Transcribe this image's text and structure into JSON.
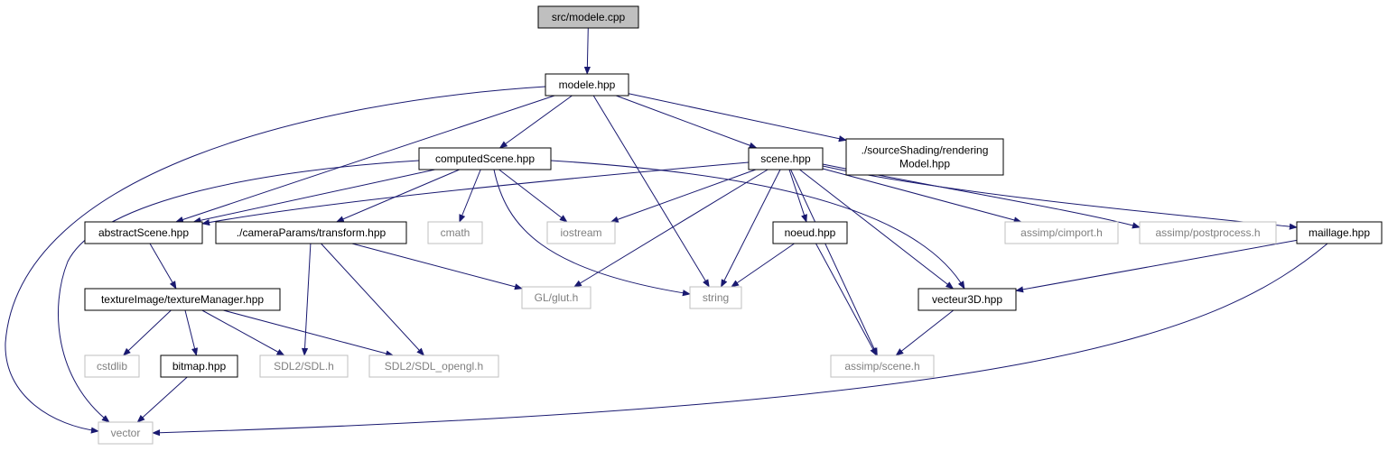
{
  "colors": {
    "edge": "#191970",
    "node_border": "#000000",
    "external_border": "#bfbfbf",
    "text": "#000000",
    "external_text": "#7f7f7f",
    "root_fill": "#bfbfbf",
    "node_fill": "#ffffff"
  },
  "nodes": [
    {
      "id": "root",
      "kind": "root",
      "lines": [
        "src/modele.cpp"
      ]
    },
    {
      "id": "modele",
      "kind": "local",
      "lines": [
        "modele.hpp"
      ]
    },
    {
      "id": "computedScene",
      "kind": "local",
      "lines": [
        "computedScene.hpp"
      ]
    },
    {
      "id": "scene",
      "kind": "local",
      "lines": [
        "scene.hpp"
      ]
    },
    {
      "id": "renderingModel",
      "kind": "local",
      "lines": [
        "./sourceShading/rendering",
        "Model.hpp"
      ]
    },
    {
      "id": "abstractScene",
      "kind": "local",
      "lines": [
        "abstractScene.hpp"
      ]
    },
    {
      "id": "transform",
      "kind": "local",
      "lines": [
        "./cameraParams/transform.hpp"
      ]
    },
    {
      "id": "cmath",
      "kind": "external",
      "lines": [
        "cmath"
      ]
    },
    {
      "id": "iostream",
      "kind": "external",
      "lines": [
        "iostream"
      ]
    },
    {
      "id": "noeud",
      "kind": "local",
      "lines": [
        "noeud.hpp"
      ]
    },
    {
      "id": "cimport",
      "kind": "external",
      "lines": [
        "assimp/cimport.h"
      ]
    },
    {
      "id": "postprocess",
      "kind": "external",
      "lines": [
        "assimp/postprocess.h"
      ]
    },
    {
      "id": "maillage",
      "kind": "local",
      "lines": [
        "maillage.hpp"
      ]
    },
    {
      "id": "textureManager",
      "kind": "local",
      "lines": [
        "textureImage/textureManager.hpp"
      ]
    },
    {
      "id": "glut",
      "kind": "external",
      "lines": [
        "GL/glut.h"
      ]
    },
    {
      "id": "string",
      "kind": "external",
      "lines": [
        "string"
      ]
    },
    {
      "id": "vecteur3D",
      "kind": "local",
      "lines": [
        "vecteur3D.hpp"
      ]
    },
    {
      "id": "cstdlib",
      "kind": "external",
      "lines": [
        "cstdlib"
      ]
    },
    {
      "id": "bitmap",
      "kind": "local",
      "lines": [
        "bitmap.hpp"
      ]
    },
    {
      "id": "sdl",
      "kind": "external",
      "lines": [
        "SDL2/SDL.h"
      ]
    },
    {
      "id": "sdlopengl",
      "kind": "external",
      "lines": [
        "SDL2/SDL_opengl.h"
      ]
    },
    {
      "id": "assimpscene",
      "kind": "external",
      "lines": [
        "assimp/scene.h"
      ]
    },
    {
      "id": "vector",
      "kind": "external",
      "lines": [
        "vector"
      ]
    }
  ],
  "edges": [
    {
      "from": "root",
      "to": "modele"
    },
    {
      "from": "modele",
      "to": "vector"
    },
    {
      "from": "modele",
      "to": "abstractScene"
    },
    {
      "from": "modele",
      "to": "computedScene"
    },
    {
      "from": "modele",
      "to": "string"
    },
    {
      "from": "modele",
      "to": "scene"
    },
    {
      "from": "modele",
      "to": "renderingModel"
    },
    {
      "from": "computedScene",
      "to": "vector"
    },
    {
      "from": "computedScene",
      "to": "abstractScene"
    },
    {
      "from": "computedScene",
      "to": "transform"
    },
    {
      "from": "computedScene",
      "to": "cmath"
    },
    {
      "from": "computedScene",
      "to": "iostream"
    },
    {
      "from": "computedScene",
      "to": "string"
    },
    {
      "from": "computedScene",
      "to": "vecteur3D"
    },
    {
      "from": "scene",
      "to": "abstractScene"
    },
    {
      "from": "scene",
      "to": "iostream"
    },
    {
      "from": "scene",
      "to": "glut"
    },
    {
      "from": "scene",
      "to": "string"
    },
    {
      "from": "scene",
      "to": "noeud"
    },
    {
      "from": "scene",
      "to": "assimpscene"
    },
    {
      "from": "scene",
      "to": "vecteur3D"
    },
    {
      "from": "scene",
      "to": "cimport"
    },
    {
      "from": "scene",
      "to": "postprocess"
    },
    {
      "from": "scene",
      "to": "maillage"
    },
    {
      "from": "abstractScene",
      "to": "textureManager"
    },
    {
      "from": "transform",
      "to": "glut"
    },
    {
      "from": "transform",
      "to": "sdl"
    },
    {
      "from": "transform",
      "to": "sdlopengl"
    },
    {
      "from": "textureManager",
      "to": "cstdlib"
    },
    {
      "from": "textureManager",
      "to": "bitmap"
    },
    {
      "from": "textureManager",
      "to": "sdl"
    },
    {
      "from": "textureManager",
      "to": "sdlopengl"
    },
    {
      "from": "bitmap",
      "to": "vector"
    },
    {
      "from": "noeud",
      "to": "string"
    },
    {
      "from": "noeud",
      "to": "assimpscene"
    },
    {
      "from": "maillage",
      "to": "vecteur3D"
    },
    {
      "from": "maillage",
      "to": "vector"
    },
    {
      "from": "vecteur3D",
      "to": "assimpscene"
    }
  ]
}
